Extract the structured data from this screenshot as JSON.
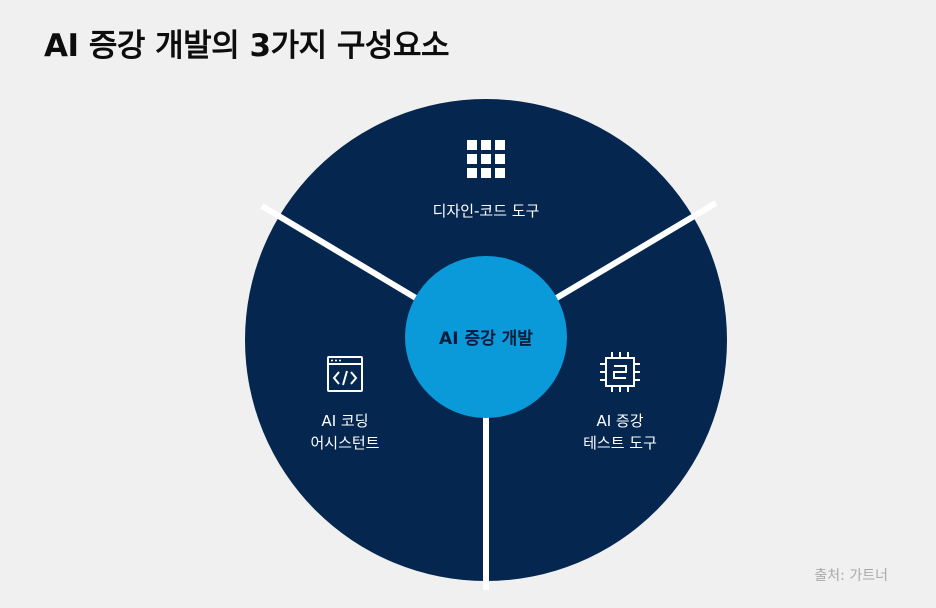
{
  "title": "AI 증강 개발의 3가지 구성요소",
  "center": {
    "label": "AI 증강 개발"
  },
  "segments": [
    {
      "lines": [
        "디자인-코드 도구"
      ],
      "icon": "grid-icon"
    },
    {
      "lines": [
        "AI 코딩",
        "어시스턴트"
      ],
      "icon": "code-window-icon"
    },
    {
      "lines": [
        "AI 증강",
        "테스트 도구"
      ],
      "icon": "chip-icon"
    }
  ],
  "source": "출처: 가트너",
  "colors": {
    "segment": "#04264f",
    "center": "#0a9ad9",
    "divider": "#ffffff",
    "background": "#f0f0f0"
  }
}
